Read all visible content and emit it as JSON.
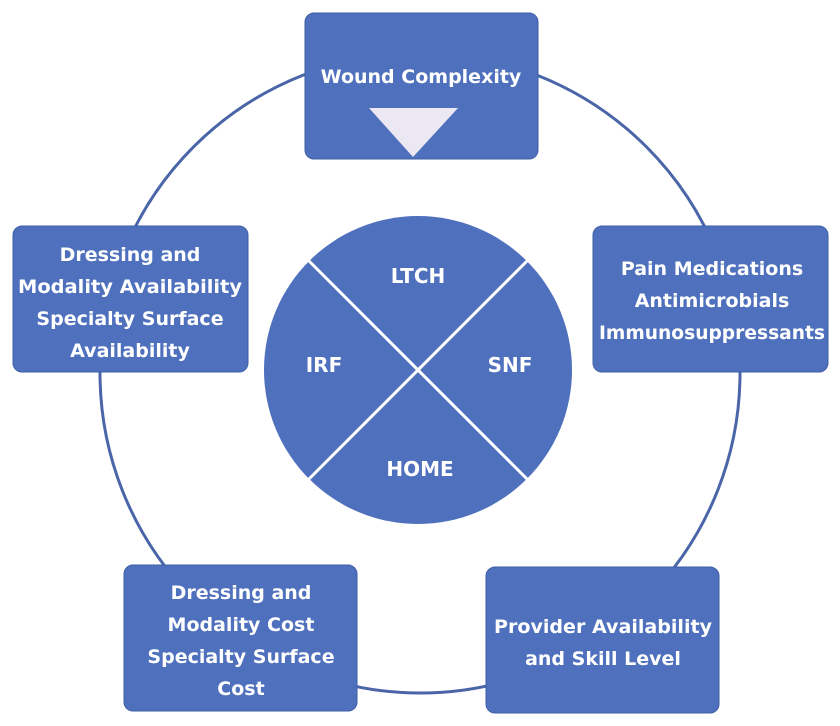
{
  "colors": {
    "box_fill": "#4f70bd",
    "box_stroke": "#3e5ea6",
    "ring": "#4a66a8",
    "center_fill": "#4f70bd",
    "divider": "#ffffff",
    "arrow_fill": "#ece8f3",
    "text": "#ffffff"
  },
  "center": {
    "quadrants": [
      {
        "label": "LTCH"
      },
      {
        "label": "SNF"
      },
      {
        "label": "HOME"
      },
      {
        "label": "IRF"
      }
    ]
  },
  "boxes": [
    {
      "id": "wound-complexity",
      "lines": [
        "Wound Complexity"
      ],
      "icon": "down-triangle-icon"
    },
    {
      "id": "medications",
      "lines": [
        "Pain Medications",
        "Antimicrobials",
        "Immunosuppressants"
      ]
    },
    {
      "id": "provider",
      "lines": [
        "Provider Availability",
        "and Skill Level"
      ]
    },
    {
      "id": "cost",
      "lines": [
        "Dressing and",
        "Modality Cost",
        "Specialty Surface",
        "Cost"
      ]
    },
    {
      "id": "availability",
      "lines": [
        "Dressing and",
        "Modality Availability",
        "Specialty Surface",
        "Availability"
      ]
    }
  ]
}
